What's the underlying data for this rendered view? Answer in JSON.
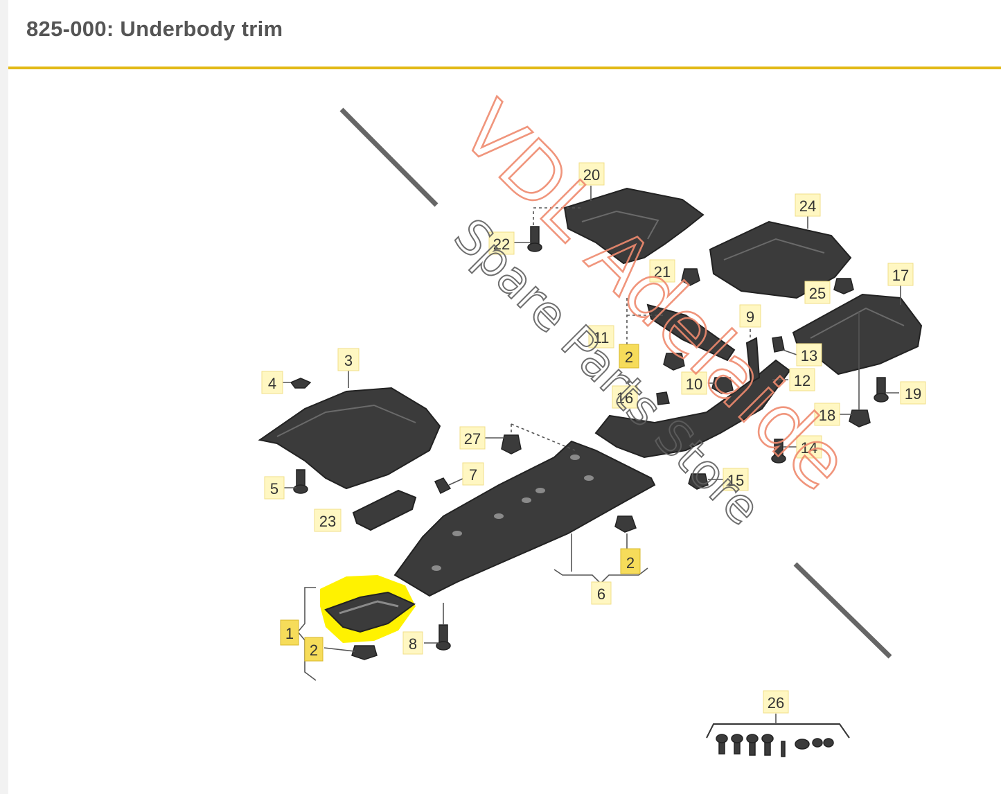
{
  "header": {
    "title": "825-000: Underbody trim"
  },
  "colors": {
    "accent_rule": "#e2b917",
    "highlight": "#fff200",
    "callout_fill": "#fff7c2",
    "callout_border": "#f0df8a",
    "part_fill": "#3b3b3b",
    "watermark_orange": "#ef8a6e",
    "watermark_grey": "#5f5f5f"
  },
  "diagram": {
    "callouts": [
      {
        "id": "c20",
        "label": "20"
      },
      {
        "id": "c24",
        "label": "24"
      },
      {
        "id": "c22",
        "label": "22"
      },
      {
        "id": "c21",
        "label": "21"
      },
      {
        "id": "c25",
        "label": "25"
      },
      {
        "id": "c17",
        "label": "17"
      },
      {
        "id": "c9",
        "label": "9"
      },
      {
        "id": "c11",
        "label": "11"
      },
      {
        "id": "c2a",
        "label": "2"
      },
      {
        "id": "c13",
        "label": "13"
      },
      {
        "id": "c3",
        "label": "3"
      },
      {
        "id": "c4",
        "label": "4"
      },
      {
        "id": "c12",
        "label": "12"
      },
      {
        "id": "c10",
        "label": "10"
      },
      {
        "id": "c19",
        "label": "19"
      },
      {
        "id": "c16",
        "label": "16"
      },
      {
        "id": "c18",
        "label": "18"
      },
      {
        "id": "c27",
        "label": "27"
      },
      {
        "id": "c14",
        "label": "14"
      },
      {
        "id": "c7",
        "label": "7"
      },
      {
        "id": "c15",
        "label": "15"
      },
      {
        "id": "c5",
        "label": "5"
      },
      {
        "id": "c23",
        "label": "23"
      },
      {
        "id": "c2b",
        "label": "2"
      },
      {
        "id": "c6",
        "label": "6"
      },
      {
        "id": "c1",
        "label": "1"
      },
      {
        "id": "c2c",
        "label": "2"
      },
      {
        "id": "c8",
        "label": "8"
      },
      {
        "id": "c26",
        "label": "26"
      }
    ],
    "highlighted_part": "1"
  },
  "watermark": {
    "line1": "VDL Adelaide",
    "line2": "Spare Parts Store"
  }
}
